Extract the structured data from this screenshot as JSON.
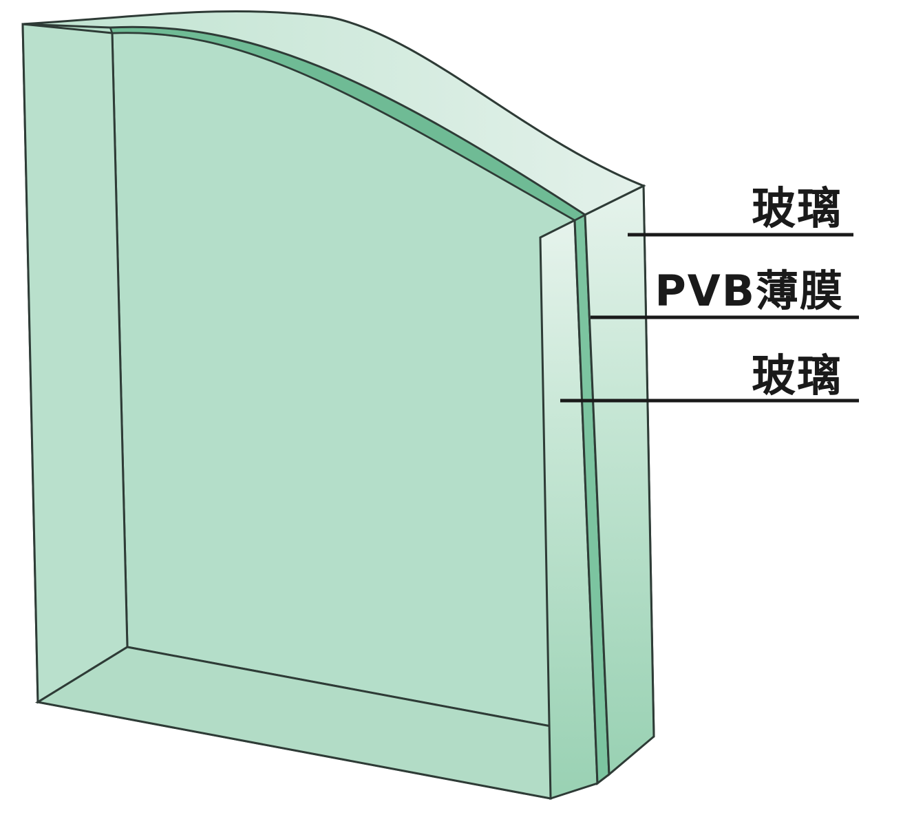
{
  "diagram": {
    "subject": "laminated-glass-cross-section",
    "labels": {
      "top_glass": "玻璃",
      "pvb_film": "PVB薄膜",
      "bottom_glass": "玻璃"
    },
    "colors": {
      "background": "#ffffff",
      "glass_face": "#b7e0cb",
      "glass_face_light": "#cdeadb",
      "glass_edge": "#a9d9bf",
      "pvb_layer": "#7cc4a0",
      "outline": "#2e3b36",
      "leader_line": "#1a1a1a"
    }
  }
}
